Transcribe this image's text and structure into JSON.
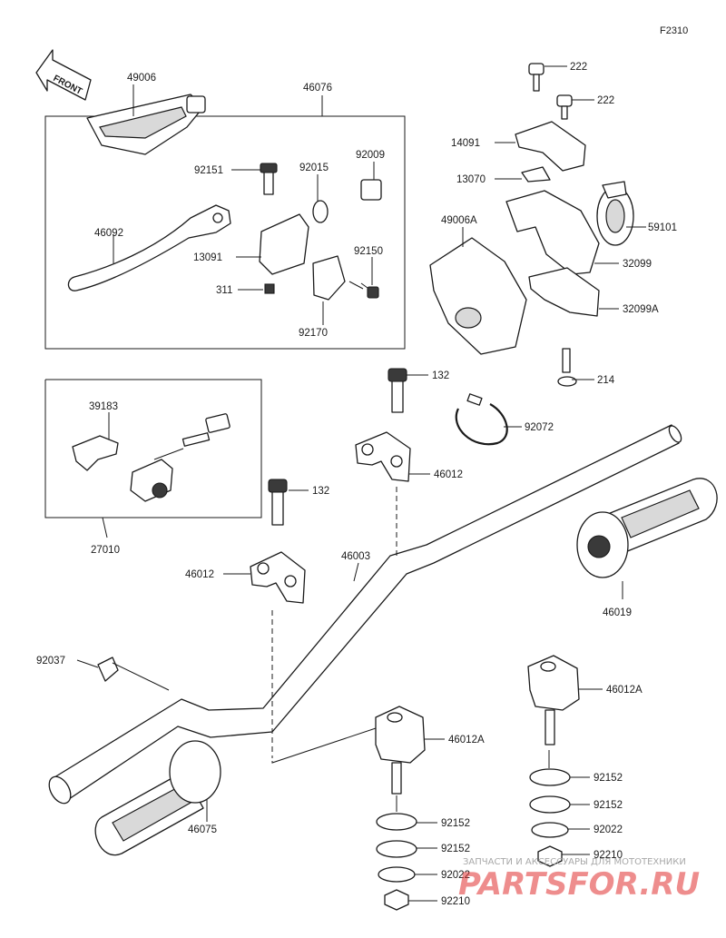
{
  "figure_id": "F2310",
  "front_arrow_label": "FRONT",
  "callouts": [
    {
      "id": "49006"
    },
    {
      "id": "46076"
    },
    {
      "id": "92009"
    },
    {
      "id": "92151"
    },
    {
      "id": "92015"
    },
    {
      "id": "46092"
    },
    {
      "id": "13091"
    },
    {
      "id": "92150"
    },
    {
      "id": "311"
    },
    {
      "id": "92170"
    },
    {
      "id": "222"
    },
    {
      "id": "222"
    },
    {
      "id": "14091"
    },
    {
      "id": "13070"
    },
    {
      "id": "49006A"
    },
    {
      "id": "59101"
    },
    {
      "id": "32099"
    },
    {
      "id": "32099A"
    },
    {
      "id": "214"
    },
    {
      "id": "132"
    },
    {
      "id": "39183"
    },
    {
      "id": "92072"
    },
    {
      "id": "46012"
    },
    {
      "id": "132"
    },
    {
      "id": "27010"
    },
    {
      "id": "46012"
    },
    {
      "id": "46003"
    },
    {
      "id": "46019"
    },
    {
      "id": "92037"
    },
    {
      "id": "46012A"
    },
    {
      "id": "46012A"
    },
    {
      "id": "92152"
    },
    {
      "id": "92152"
    },
    {
      "id": "92022"
    },
    {
      "id": "92210"
    },
    {
      "id": "46075"
    },
    {
      "id": "92152"
    },
    {
      "id": "92152"
    },
    {
      "id": "92022"
    },
    {
      "id": "92210"
    }
  ],
  "watermark": {
    "caption": "ЗАПЧАСТИ И АКСЕССУАРЫ ДЛЯ МОТОТЕХНИКИ",
    "logo": "PARTSFOR.RU"
  }
}
